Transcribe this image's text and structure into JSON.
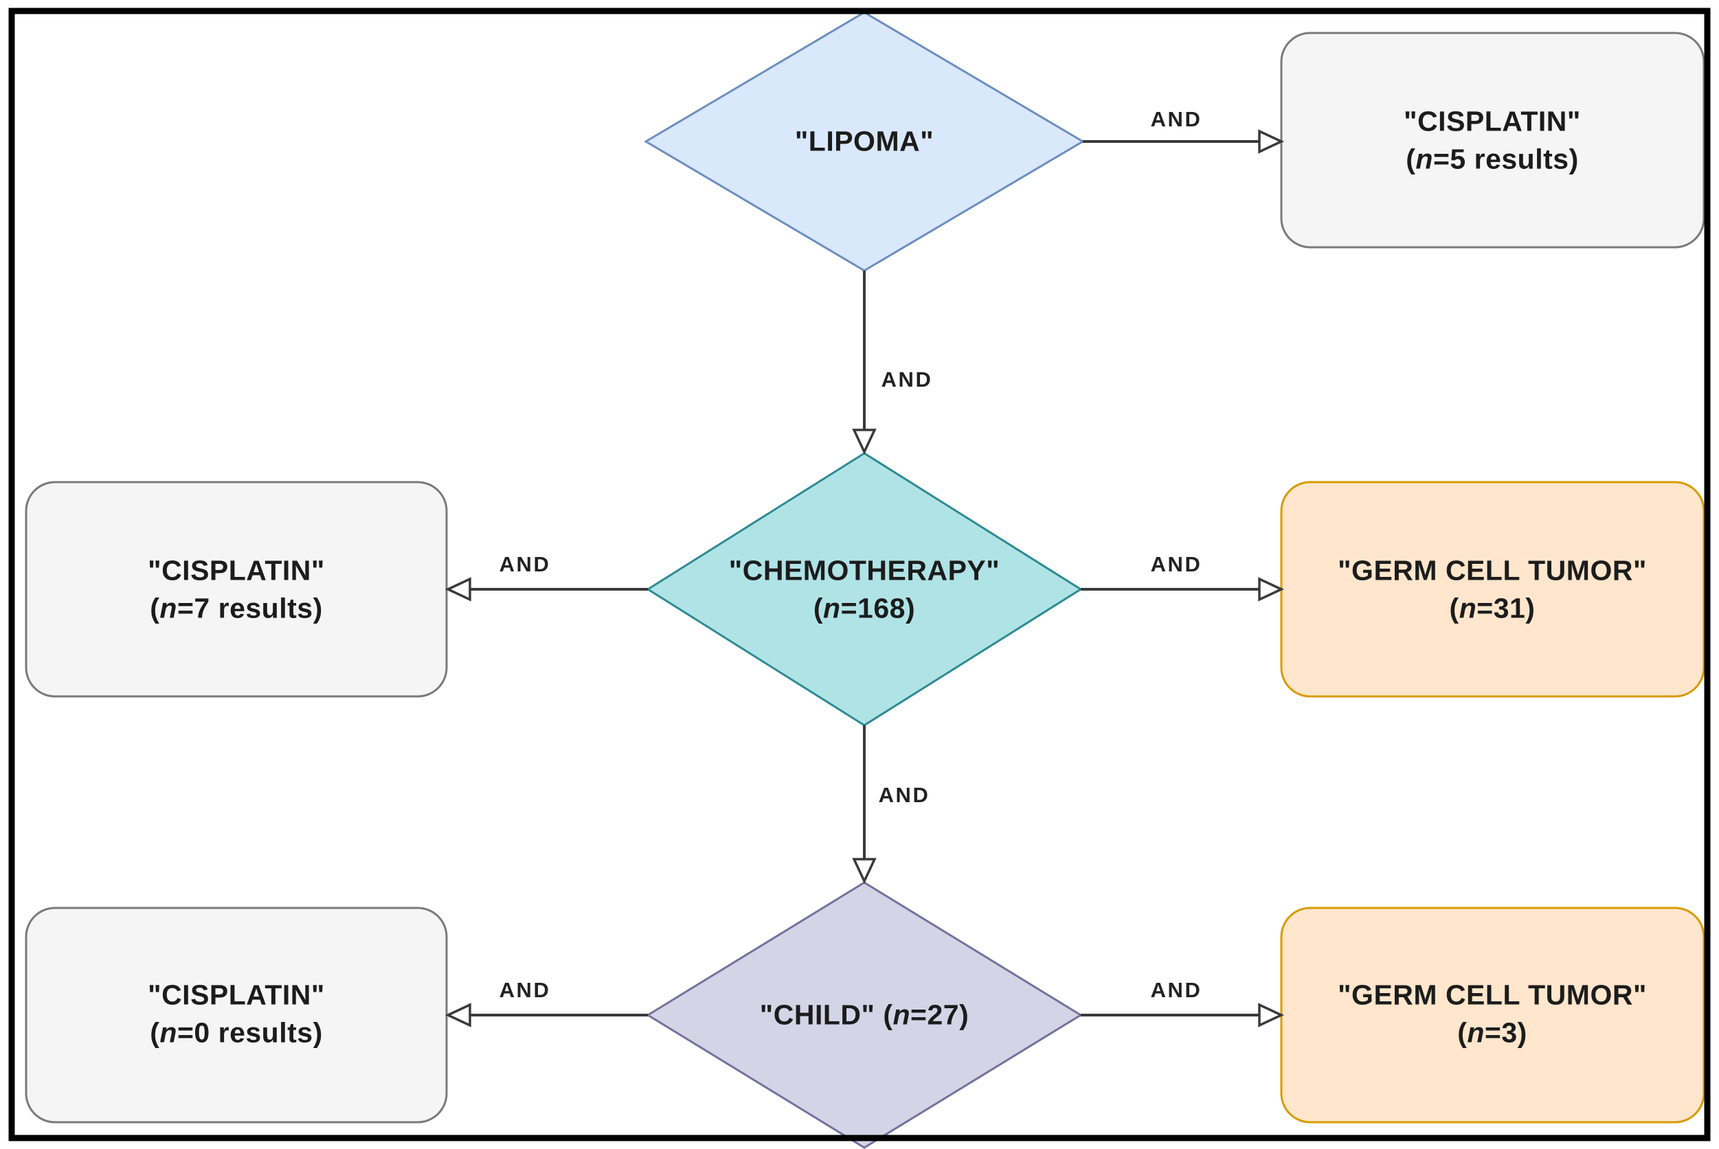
{
  "figure": {
    "type": "flowchart",
    "description": "Boolean AND search-combination flowchart of query terms with result counts"
  },
  "colors": {
    "diamond_blue_fill": "#dae8fc",
    "diamond_blue_stroke": "#6c8ebf",
    "diamond_teal_fill": "#b0e3e6",
    "diamond_teal_stroke": "#2d8a93",
    "diamond_purple_fill": "#d5d3e6",
    "diamond_purple_stroke": "#76709d",
    "box_gray_fill": "#f5f5f5",
    "box_gray_stroke": "#7a7a7a",
    "box_orange_fill": "#ffe6cc",
    "box_orange_stroke": "#d79b00",
    "edge_line": "#3a3a3a",
    "text": "#1c1c1c",
    "frame": "#000000"
  },
  "nodes": {
    "lipoma": {
      "shape": "diamond",
      "line1": "\"LIPOMA\"",
      "line2": ""
    },
    "cisplatin_top": {
      "shape": "rounded-box",
      "line1": "\"CISPLATIN\"",
      "line2": "(n=5 results)"
    },
    "chemotherapy": {
      "shape": "diamond",
      "line1": "\"CHEMOTHERAPY\"",
      "line2": "(n=168)"
    },
    "cisplatin_mid": {
      "shape": "rounded-box",
      "line1": "\"CISPLATIN\"",
      "line2": "(n=7 results)"
    },
    "germ_cell_tumor_mid": {
      "shape": "rounded-box",
      "line1": "\"GERM CELL TUMOR\"",
      "line2": "(n=31)"
    },
    "child": {
      "shape": "diamond",
      "line1": "\"CHILD\" (n=27)",
      "line2": ""
    },
    "cisplatin_bottom": {
      "shape": "rounded-box",
      "line1": "\"CISPLATIN\"",
      "line2": "(n=0 results)"
    },
    "germ_cell_tumor_bottom": {
      "shape": "rounded-box",
      "line1": "\"GERM CELL TUMOR\"",
      "line2": "(n=3)"
    }
  },
  "edges": [
    {
      "from": "lipoma",
      "to": "cisplatin_top",
      "label": "AND"
    },
    {
      "from": "lipoma",
      "to": "chemotherapy",
      "label": "AND"
    },
    {
      "from": "chemotherapy",
      "to": "cisplatin_mid",
      "label": "AND"
    },
    {
      "from": "chemotherapy",
      "to": "germ_cell_tumor_mid",
      "label": "AND"
    },
    {
      "from": "chemotherapy",
      "to": "child",
      "label": "AND"
    },
    {
      "from": "child",
      "to": "cisplatin_bottom",
      "label": "AND"
    },
    {
      "from": "child",
      "to": "germ_cell_tumor_bottom",
      "label": "AND"
    }
  ]
}
